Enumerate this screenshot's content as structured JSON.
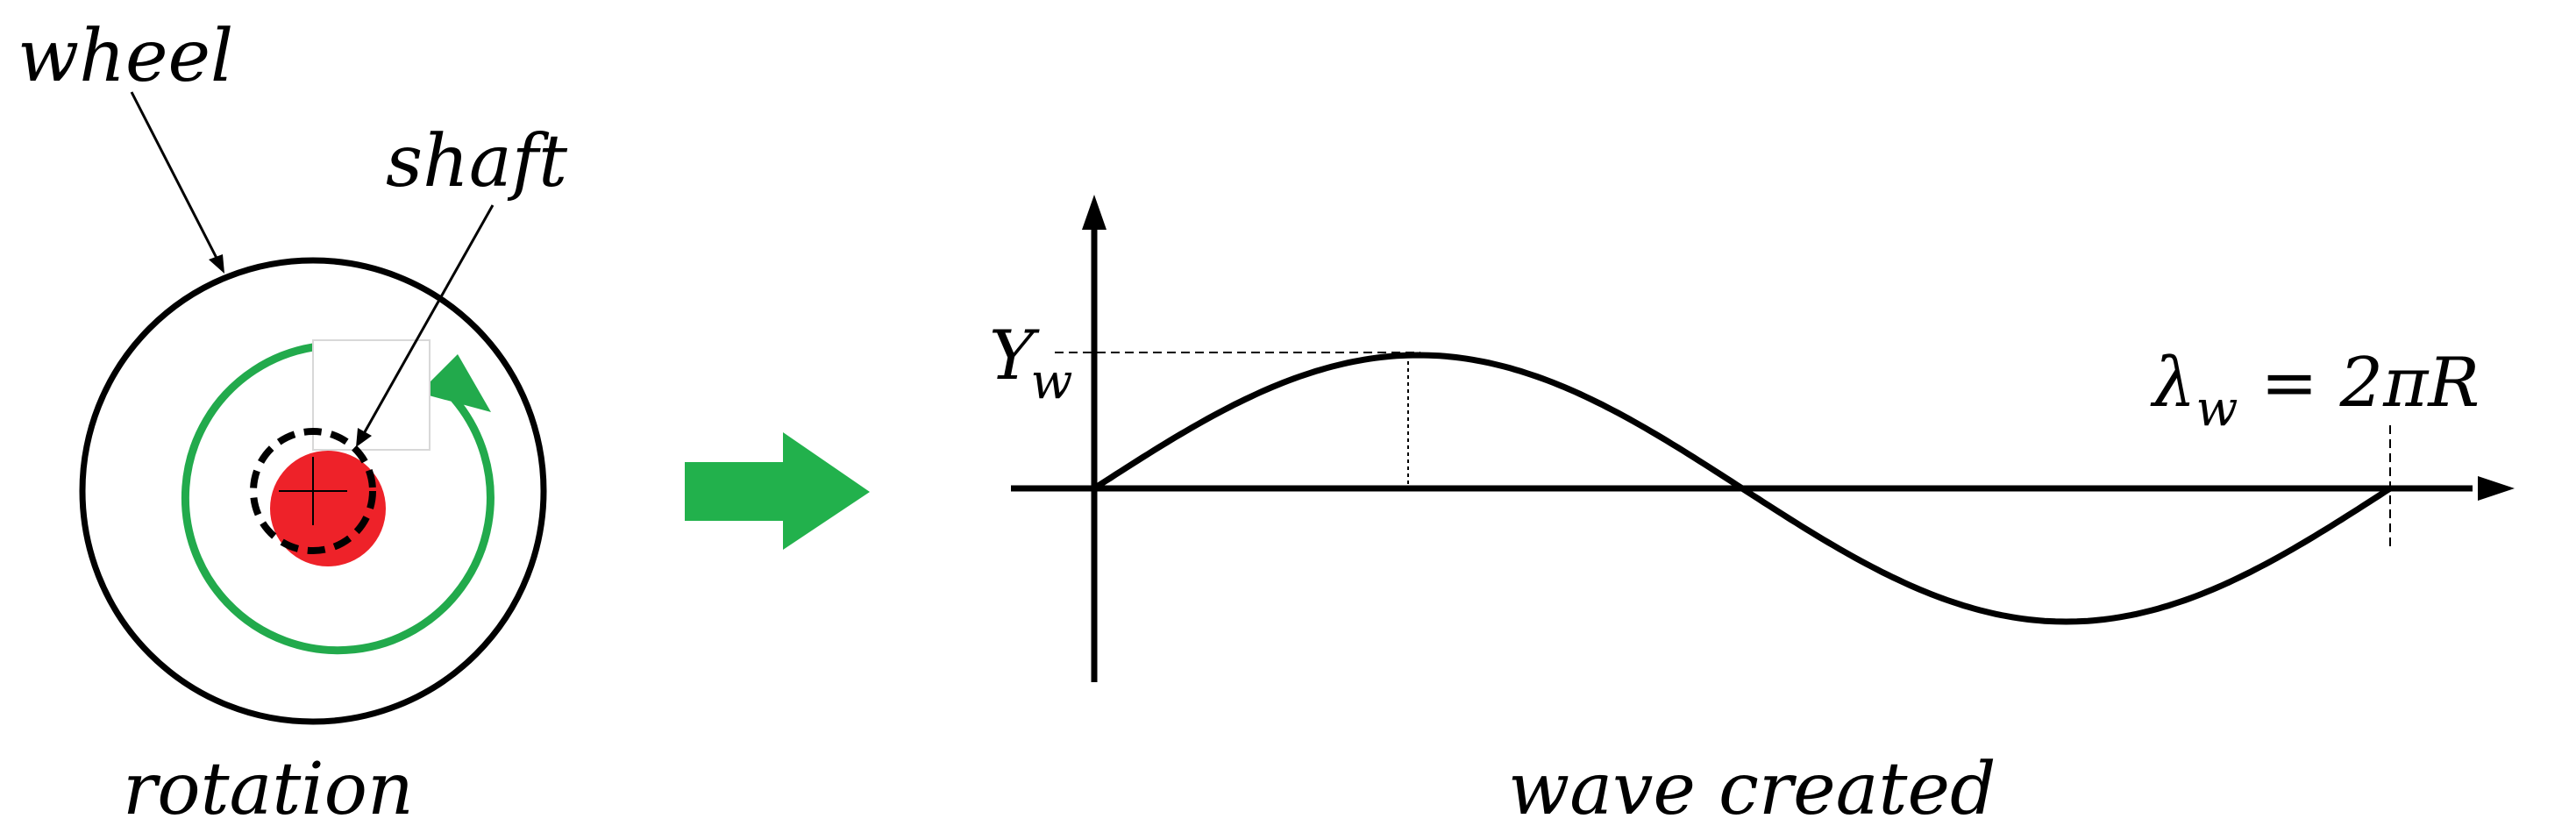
{
  "labels": {
    "wheel": "wheel",
    "shaft": "shaft",
    "rotation": "rotation",
    "wave_created": "wave created",
    "amplitude_main": "Y",
    "amplitude_sub": "w",
    "wavelength_main": "λ",
    "wavelength_sub": "w",
    "wavelength_rhs": "= 2πR"
  },
  "colors": {
    "stroke": "#000000",
    "rotation_arrow": "#22aa4c",
    "shaft_fill": "#ee2229",
    "big_arrow": "#22b14c",
    "dashed": "#000000"
  },
  "icons": {
    "direction_arrow": "right-arrow-icon",
    "rotation_direction": "circular-arrow-icon"
  }
}
